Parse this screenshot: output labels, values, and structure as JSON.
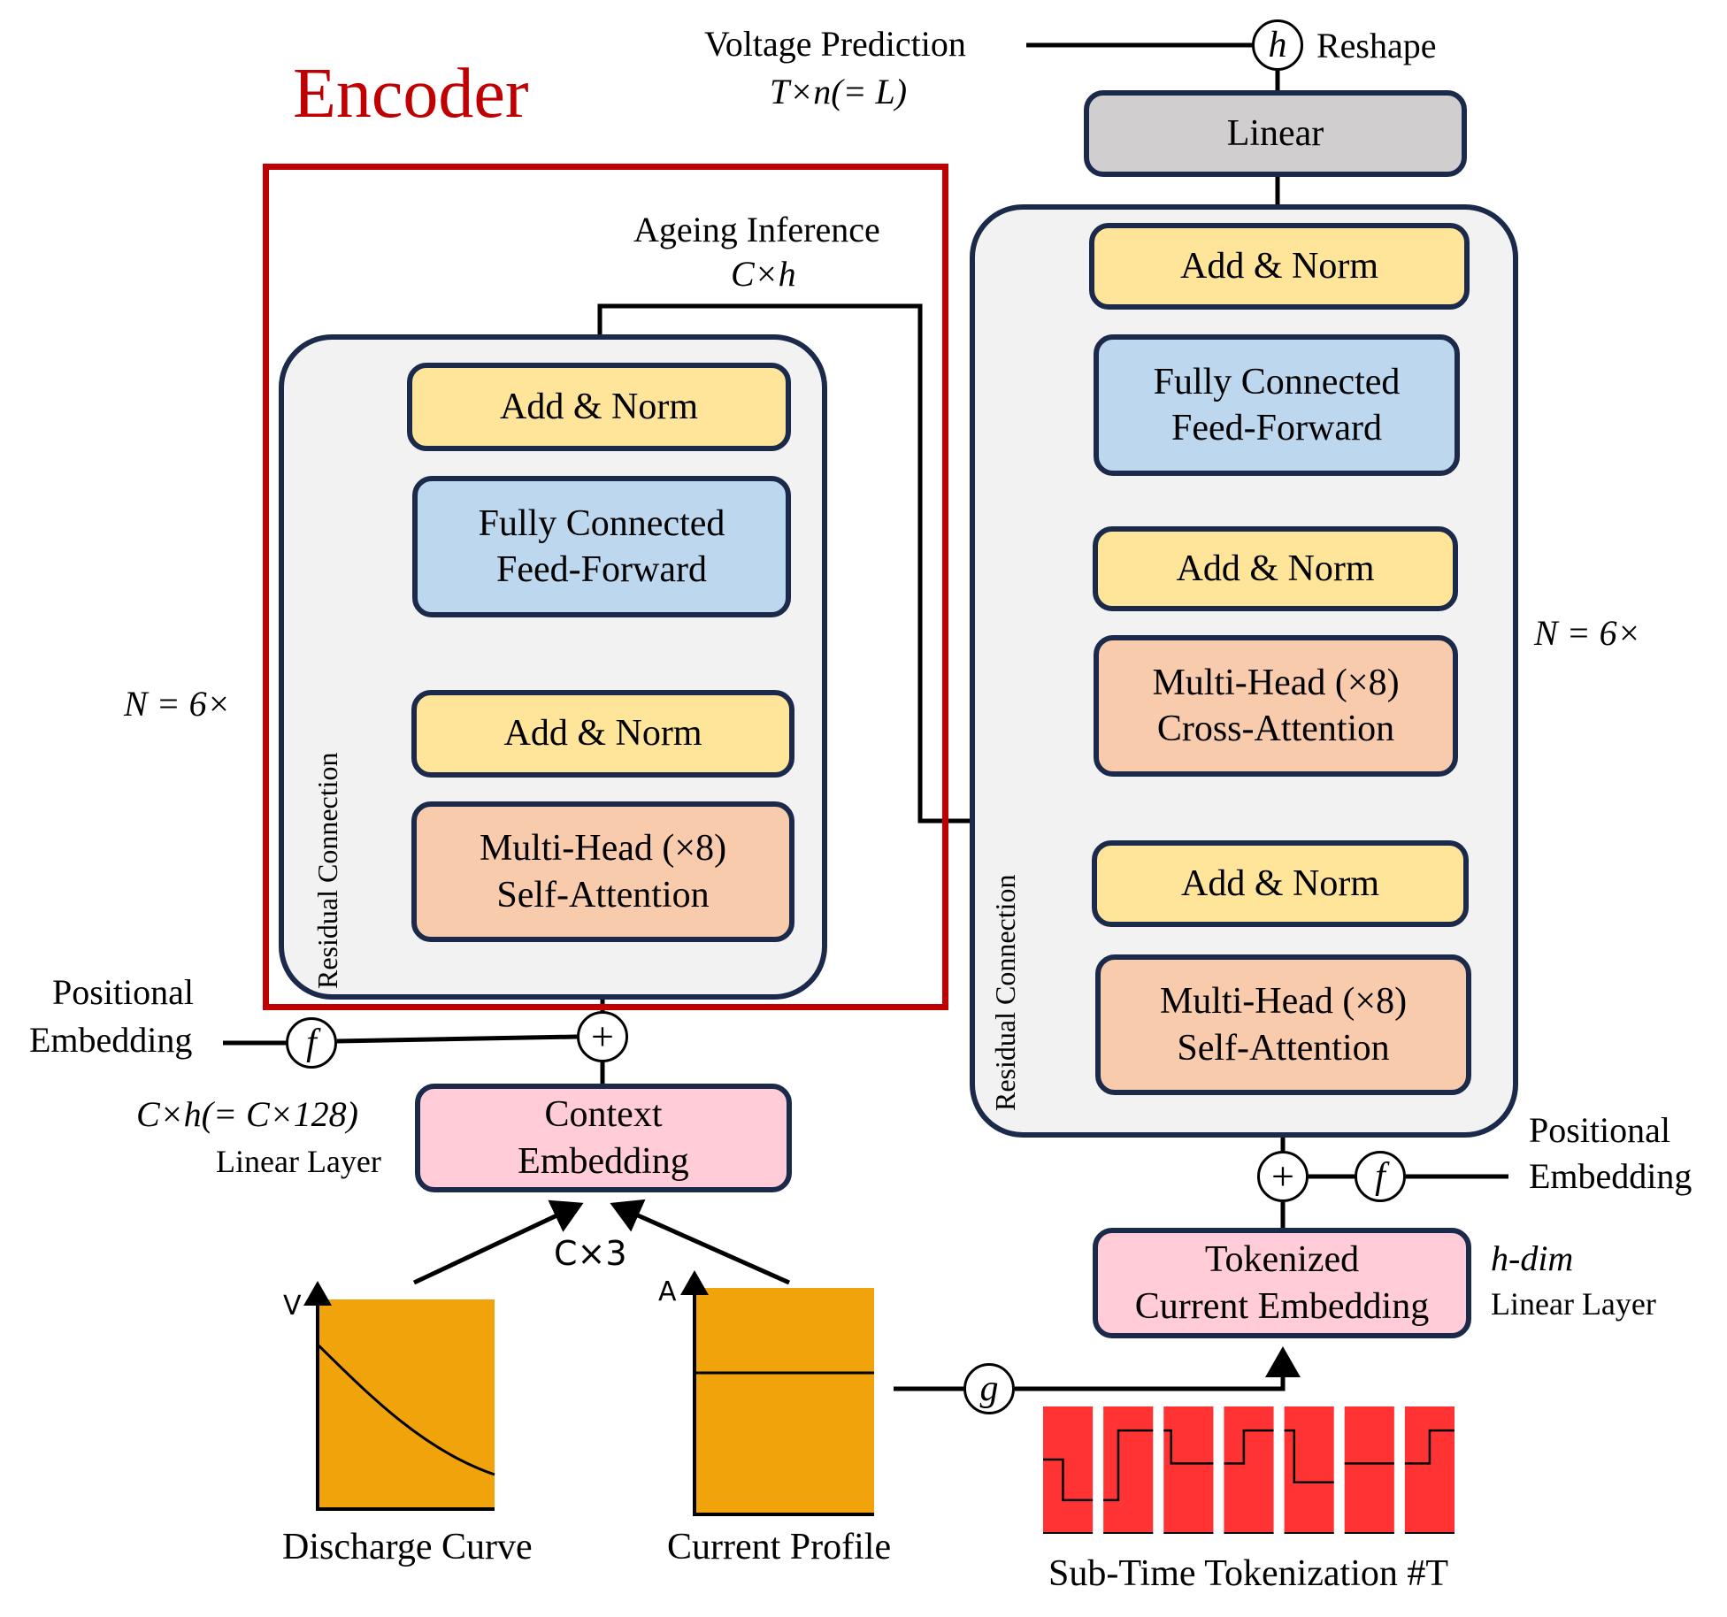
{
  "encoder": {
    "title": "Encoder",
    "title_color": "#C00000",
    "repeat_label": "N = 6×",
    "residual_label": "Residual Connection",
    "blocks": {
      "add_norm_top": "Add & Norm",
      "ffn_line1": "Fully Connected",
      "ffn_line2": "Feed-Forward",
      "add_norm_bottom": "Add & Norm",
      "mhsa_line1": "Multi-Head (×8)",
      "mhsa_line2": "Self-Attention"
    },
    "output_label_line1": "Ageing Inference",
    "output_label_line2": "C×h",
    "positional_line1": "Positional",
    "positional_line2": "Embedding",
    "pos_fn": "f",
    "plus": "+",
    "context_line1": "Context",
    "context_line2": "Embedding",
    "context_dim": "C×h(= C×128)",
    "context_layer": "Linear Layer",
    "input_dim": "C×3"
  },
  "inputs": {
    "discharge": {
      "label": "Discharge Curve",
      "axis": "V"
    },
    "current": {
      "label": "Current Profile",
      "axis": "A"
    },
    "tokenizer_fn": "g",
    "tokenization_label": "Sub-Time Tokenization #T",
    "token_count": 7
  },
  "decoder": {
    "output_label_line1": "Voltage Prediction",
    "output_label_line2": "T×n(= L)",
    "reshape_fn": "h",
    "reshape_label": "Reshape",
    "linear": "Linear",
    "repeat_label": "N = 6×",
    "residual_label": "Residual Connection",
    "blocks": {
      "add_norm_top": "Add & Norm",
      "ffn_line1": "Fully Connected",
      "ffn_line2": "Feed-Forward",
      "add_norm_mid": "Add & Norm",
      "cross_line1": "Multi-Head (×8)",
      "cross_line2": "Cross-Attention",
      "add_norm_bottom": "Add & Norm",
      "mhsa_line1": "Multi-Head (×8)",
      "mhsa_line2": "Self-Attention"
    },
    "plus": "+",
    "pos_fn": "f",
    "positional_line1": "Positional",
    "positional_line2": "Embedding",
    "token_line1": "Tokenized",
    "token_line2": "Current Embedding",
    "token_dim": "h-dim",
    "token_layer": "Linear Layer"
  },
  "colors": {
    "add_norm": "#FFE599",
    "ffn": "#BDD7EE",
    "attention": "#F8CBAD",
    "embedding": "#FFCCD8",
    "linear": "#D0CECE",
    "border": "#1B2A4A",
    "chart_fill": "#F0A30A",
    "token_fill": "#FF3333"
  }
}
